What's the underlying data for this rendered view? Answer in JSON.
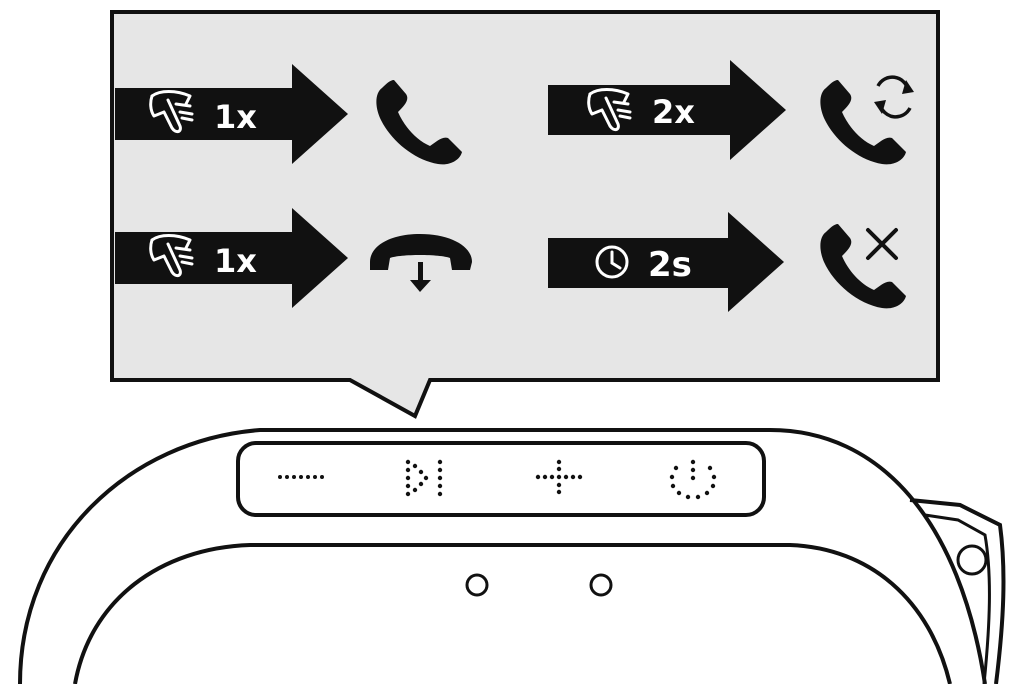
{
  "colors": {
    "panel_bg": "#e6e6e6",
    "ink": "#111111",
    "arrow_text": "#ffffff",
    "device_fill": "#ffffff"
  },
  "rows": [
    {
      "trigger": "tap-hand-icon",
      "label": "1x",
      "result": "phone-icon"
    },
    {
      "trigger": "tap-hand-icon",
      "label": "2x",
      "result": "phone-redial-icon"
    },
    {
      "trigger": "tap-hand-icon",
      "label": "1x",
      "result": "hang-up-icon"
    },
    {
      "trigger": "clock-icon",
      "label": "2s",
      "result": "phone-reject-icon"
    }
  ],
  "device": {
    "panel_symbols": [
      "dash-icon",
      "play-pause-icon",
      "volume-plus-icon",
      "power-icon"
    ]
  }
}
